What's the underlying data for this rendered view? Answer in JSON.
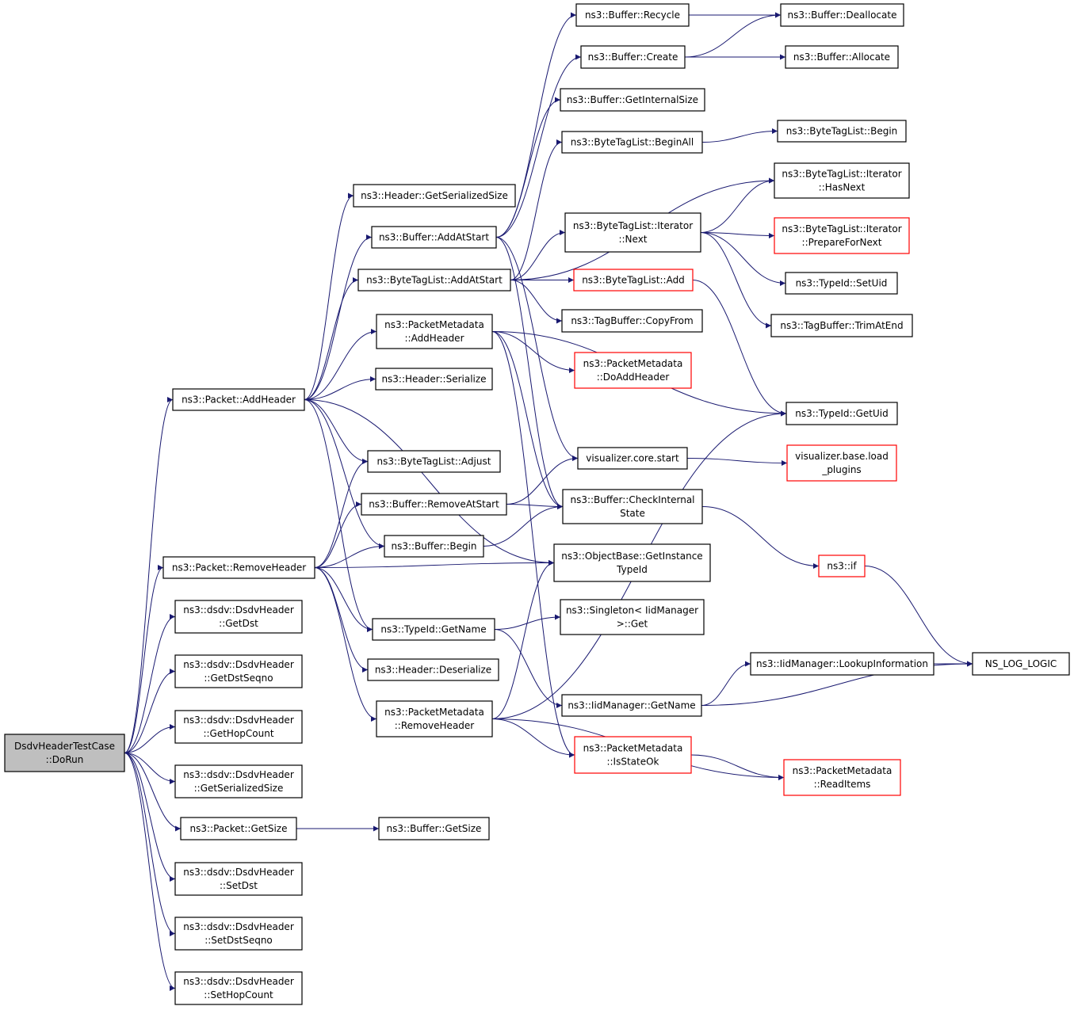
{
  "colors": {
    "edge": "#191970",
    "node_border": "#000000",
    "external_border": "#ff0000",
    "root_fill": "#bfbfbf",
    "node_fill": "#ffffff"
  },
  "nodes": [
    {
      "id": "root",
      "lines": [
        "DsdvHeaderTestCase",
        "::DoRun"
      ],
      "kind": "root"
    },
    {
      "id": "pkt_addheader",
      "lines": [
        "ns3::Packet::AddHeader"
      ],
      "kind": "normal"
    },
    {
      "id": "pkt_removeheader",
      "lines": [
        "ns3::Packet::RemoveHeader"
      ],
      "kind": "normal"
    },
    {
      "id": "dsdv_getdst",
      "lines": [
        "ns3::dsdv::DsdvHeader",
        "::GetDst"
      ],
      "kind": "normal"
    },
    {
      "id": "dsdv_getdstseqno",
      "lines": [
        "ns3::dsdv::DsdvHeader",
        "::GetDstSeqno"
      ],
      "kind": "normal"
    },
    {
      "id": "dsdv_gethopcount",
      "lines": [
        "ns3::dsdv::DsdvHeader",
        "::GetHopCount"
      ],
      "kind": "normal"
    },
    {
      "id": "dsdv_getserializedsize",
      "lines": [
        "ns3::dsdv::DsdvHeader",
        "::GetSerializedSize"
      ],
      "kind": "normal"
    },
    {
      "id": "pkt_getsize",
      "lines": [
        "ns3::Packet::GetSize"
      ],
      "kind": "normal"
    },
    {
      "id": "dsdv_setdst",
      "lines": [
        "ns3::dsdv::DsdvHeader",
        "::SetDst"
      ],
      "kind": "normal"
    },
    {
      "id": "dsdv_setdstseqno",
      "lines": [
        "ns3::dsdv::DsdvHeader",
        "::SetDstSeqno"
      ],
      "kind": "normal"
    },
    {
      "id": "dsdv_sethopcount",
      "lines": [
        "ns3::dsdv::DsdvHeader",
        "::SetHopCount"
      ],
      "kind": "normal"
    },
    {
      "id": "hdr_getserializedsize",
      "lines": [
        "ns3::Header::GetSerializedSize"
      ],
      "kind": "normal"
    },
    {
      "id": "buf_addatstart",
      "lines": [
        "ns3::Buffer::AddAtStart"
      ],
      "kind": "normal"
    },
    {
      "id": "btl_addatstart",
      "lines": [
        "ns3::ByteTagList::AddAtStart"
      ],
      "kind": "normal"
    },
    {
      "id": "pm_addheader",
      "lines": [
        "ns3::PacketMetadata",
        "::AddHeader"
      ],
      "kind": "normal"
    },
    {
      "id": "hdr_serialize",
      "lines": [
        "ns3::Header::Serialize"
      ],
      "kind": "normal"
    },
    {
      "id": "btl_adjust",
      "lines": [
        "ns3::ByteTagList::Adjust"
      ],
      "kind": "normal"
    },
    {
      "id": "buf_removeatstart",
      "lines": [
        "ns3::Buffer::RemoveAtStart"
      ],
      "kind": "normal"
    },
    {
      "id": "buf_begin",
      "lines": [
        "ns3::Buffer::Begin"
      ],
      "kind": "normal"
    },
    {
      "id": "typeid_getname",
      "lines": [
        "ns3::TypeId::GetName"
      ],
      "kind": "normal"
    },
    {
      "id": "hdr_deserialize",
      "lines": [
        "ns3::Header::Deserialize"
      ],
      "kind": "normal"
    },
    {
      "id": "pm_removeheader",
      "lines": [
        "ns3::PacketMetadata",
        "::RemoveHeader"
      ],
      "kind": "normal"
    },
    {
      "id": "buf_getsize",
      "lines": [
        "ns3::Buffer::GetSize"
      ],
      "kind": "normal"
    },
    {
      "id": "buf_recycle",
      "lines": [
        "ns3::Buffer::Recycle"
      ],
      "kind": "normal"
    },
    {
      "id": "buf_create",
      "lines": [
        "ns3::Buffer::Create"
      ],
      "kind": "normal"
    },
    {
      "id": "buf_getinternalsize",
      "lines": [
        "ns3::Buffer::GetInternalSize"
      ],
      "kind": "normal"
    },
    {
      "id": "btl_beginall",
      "lines": [
        "ns3::ByteTagList::BeginAll"
      ],
      "kind": "normal"
    },
    {
      "id": "btl_it_next",
      "lines": [
        "ns3::ByteTagList::Iterator",
        "::Next"
      ],
      "kind": "normal"
    },
    {
      "id": "btl_add",
      "lines": [
        "ns3::ByteTagList::Add"
      ],
      "kind": "external"
    },
    {
      "id": "tagbuf_copyfrom",
      "lines": [
        "ns3::TagBuffer::CopyFrom"
      ],
      "kind": "normal"
    },
    {
      "id": "pm_doaddheader",
      "lines": [
        "ns3::PacketMetadata",
        "::DoAddHeader"
      ],
      "kind": "external"
    },
    {
      "id": "vis_core_start",
      "lines": [
        "visualizer.core.start"
      ],
      "kind": "normal"
    },
    {
      "id": "buf_checkinternalstate",
      "lines": [
        "ns3::Buffer::CheckInternal",
        "State"
      ],
      "kind": "normal"
    },
    {
      "id": "ob_getinstancetypeid",
      "lines": [
        "ns3::ObjectBase::GetInstance",
        "TypeId"
      ],
      "kind": "normal"
    },
    {
      "id": "singleton_get",
      "lines": [
        "ns3::Singleton< IidManager",
        ">::Get"
      ],
      "kind": "normal"
    },
    {
      "id": "iid_getname",
      "lines": [
        "ns3::IidManager::GetName"
      ],
      "kind": "normal"
    },
    {
      "id": "pm_isstateok",
      "lines": [
        "ns3::PacketMetadata",
        "::IsStateOk"
      ],
      "kind": "external"
    },
    {
      "id": "buf_deallocate",
      "lines": [
        "ns3::Buffer::Deallocate"
      ],
      "kind": "normal"
    },
    {
      "id": "buf_allocate",
      "lines": [
        "ns3::Buffer::Allocate"
      ],
      "kind": "normal"
    },
    {
      "id": "btl_begin",
      "lines": [
        "ns3::ByteTagList::Begin"
      ],
      "kind": "normal"
    },
    {
      "id": "btl_it_hasnext",
      "lines": [
        "ns3::ByteTagList::Iterator",
        "::HasNext"
      ],
      "kind": "normal"
    },
    {
      "id": "btl_it_preparefornext",
      "lines": [
        "ns3::ByteTagList::Iterator",
        "::PrepareForNext"
      ],
      "kind": "external"
    },
    {
      "id": "typeid_setuid",
      "lines": [
        "ns3::TypeId::SetUid"
      ],
      "kind": "normal"
    },
    {
      "id": "tagbuf_trimatend",
      "lines": [
        "ns3::TagBuffer::TrimAtEnd"
      ],
      "kind": "normal"
    },
    {
      "id": "typeid_getuid",
      "lines": [
        "ns3::TypeId::GetUid"
      ],
      "kind": "normal"
    },
    {
      "id": "vis_base_loadplugins",
      "lines": [
        "visualizer.base.load",
        "_plugins"
      ],
      "kind": "external"
    },
    {
      "id": "ns3_if",
      "lines": [
        "ns3::if"
      ],
      "kind": "external"
    },
    {
      "id": "iid_lookupinformation",
      "lines": [
        "ns3::IidManager::LookupInformation"
      ],
      "kind": "normal"
    },
    {
      "id": "ns_log_logic",
      "lines": [
        "NS_LOG_LOGIC"
      ],
      "kind": "normal"
    },
    {
      "id": "pm_readitems",
      "lines": [
        "ns3::PacketMetadata",
        "::ReadItems"
      ],
      "kind": "external"
    }
  ],
  "edges": [
    [
      "root",
      "pkt_addheader"
    ],
    [
      "root",
      "pkt_removeheader"
    ],
    [
      "root",
      "dsdv_getdst"
    ],
    [
      "root",
      "dsdv_getdstseqno"
    ],
    [
      "root",
      "dsdv_gethopcount"
    ],
    [
      "root",
      "dsdv_getserializedsize"
    ],
    [
      "root",
      "pkt_getsize"
    ],
    [
      "root",
      "dsdv_setdst"
    ],
    [
      "root",
      "dsdv_setdstseqno"
    ],
    [
      "root",
      "dsdv_sethopcount"
    ],
    [
      "pkt_addheader",
      "hdr_getserializedsize"
    ],
    [
      "pkt_addheader",
      "buf_addatstart"
    ],
    [
      "pkt_addheader",
      "btl_addatstart"
    ],
    [
      "pkt_addheader",
      "pm_addheader"
    ],
    [
      "pkt_addheader",
      "hdr_serialize"
    ],
    [
      "pkt_addheader",
      "btl_adjust"
    ],
    [
      "pkt_addheader",
      "buf_begin"
    ],
    [
      "pkt_addheader",
      "typeid_getname"
    ],
    [
      "pkt_addheader",
      "ob_getinstancetypeid"
    ],
    [
      "pkt_removeheader",
      "btl_adjust"
    ],
    [
      "pkt_removeheader",
      "buf_removeatstart"
    ],
    [
      "pkt_removeheader",
      "buf_begin"
    ],
    [
      "pkt_removeheader",
      "typeid_getname"
    ],
    [
      "pkt_removeheader",
      "hdr_deserialize"
    ],
    [
      "pkt_removeheader",
      "pm_removeheader"
    ],
    [
      "pkt_removeheader",
      "ob_getinstancetypeid"
    ],
    [
      "pkt_getsize",
      "buf_getsize"
    ],
    [
      "buf_addatstart",
      "buf_recycle"
    ],
    [
      "buf_addatstart",
      "buf_create"
    ],
    [
      "buf_addatstart",
      "buf_getinternalsize"
    ],
    [
      "buf_addatstart",
      "buf_checkinternalstate"
    ],
    [
      "buf_addatstart",
      "vis_core_start"
    ],
    [
      "btl_addatstart",
      "btl_beginall"
    ],
    [
      "btl_addatstart",
      "btl_it_hasnext"
    ],
    [
      "btl_addatstart",
      "btl_it_next"
    ],
    [
      "btl_addatstart",
      "btl_add"
    ],
    [
      "btl_addatstart",
      "tagbuf_copyfrom"
    ],
    [
      "pm_addheader",
      "pm_doaddheader"
    ],
    [
      "pm_addheader",
      "typeid_getuid"
    ],
    [
      "pm_addheader",
      "buf_checkinternalstate"
    ],
    [
      "pm_addheader",
      "pm_isstateok"
    ],
    [
      "buf_removeatstart",
      "buf_checkinternalstate"
    ],
    [
      "buf_removeatstart",
      "vis_core_start"
    ],
    [
      "buf_begin",
      "buf_checkinternalstate"
    ],
    [
      "typeid_getname",
      "singleton_get"
    ],
    [
      "typeid_getname",
      "iid_getname"
    ],
    [
      "pm_removeheader",
      "ob_getinstancetypeid"
    ],
    [
      "pm_removeheader",
      "pm_isstateok"
    ],
    [
      "pm_removeheader",
      "typeid_getuid"
    ],
    [
      "pm_removeheader",
      "pm_readitems"
    ],
    [
      "buf_recycle",
      "buf_deallocate"
    ],
    [
      "buf_create",
      "buf_deallocate"
    ],
    [
      "buf_create",
      "buf_allocate"
    ],
    [
      "btl_beginall",
      "btl_begin"
    ],
    [
      "btl_it_next",
      "btl_it_hasnext"
    ],
    [
      "btl_it_next",
      "btl_it_preparefornext"
    ],
    [
      "btl_it_next",
      "typeid_setuid"
    ],
    [
      "btl_it_next",
      "tagbuf_trimatend"
    ],
    [
      "btl_add",
      "typeid_getuid"
    ],
    [
      "vis_core_start",
      "vis_base_loadplugins"
    ],
    [
      "buf_checkinternalstate",
      "ns3_if"
    ],
    [
      "ns3_if",
      "ns_log_logic"
    ],
    [
      "iid_getname",
      "iid_lookupinformation"
    ],
    [
      "iid_getname",
      "ns_log_logic"
    ],
    [
      "iid_lookupinformation",
      "ns_log_logic"
    ],
    [
      "pm_isstateok",
      "pm_readitems"
    ]
  ]
}
